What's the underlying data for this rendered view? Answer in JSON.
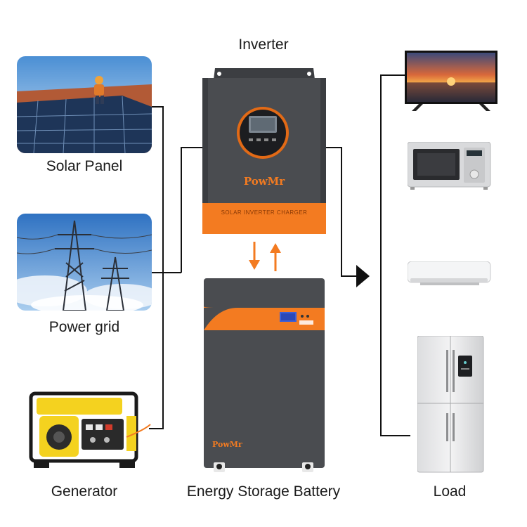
{
  "labels": {
    "inverter": "Inverter",
    "solar_panel": "Solar Panel",
    "power_grid": "Power grid",
    "generator": "Generator",
    "battery": "Energy Storage Battery",
    "load": "Load"
  },
  "inverter_device": {
    "brand": "PowMr",
    "band_text": "SOLAR INVERTER CHARGER"
  },
  "battery_device": {
    "brand": "PowMr"
  },
  "colors": {
    "accent_orange": "#f37b21",
    "device_gray": "#4a4c50",
    "line": "#111111"
  }
}
